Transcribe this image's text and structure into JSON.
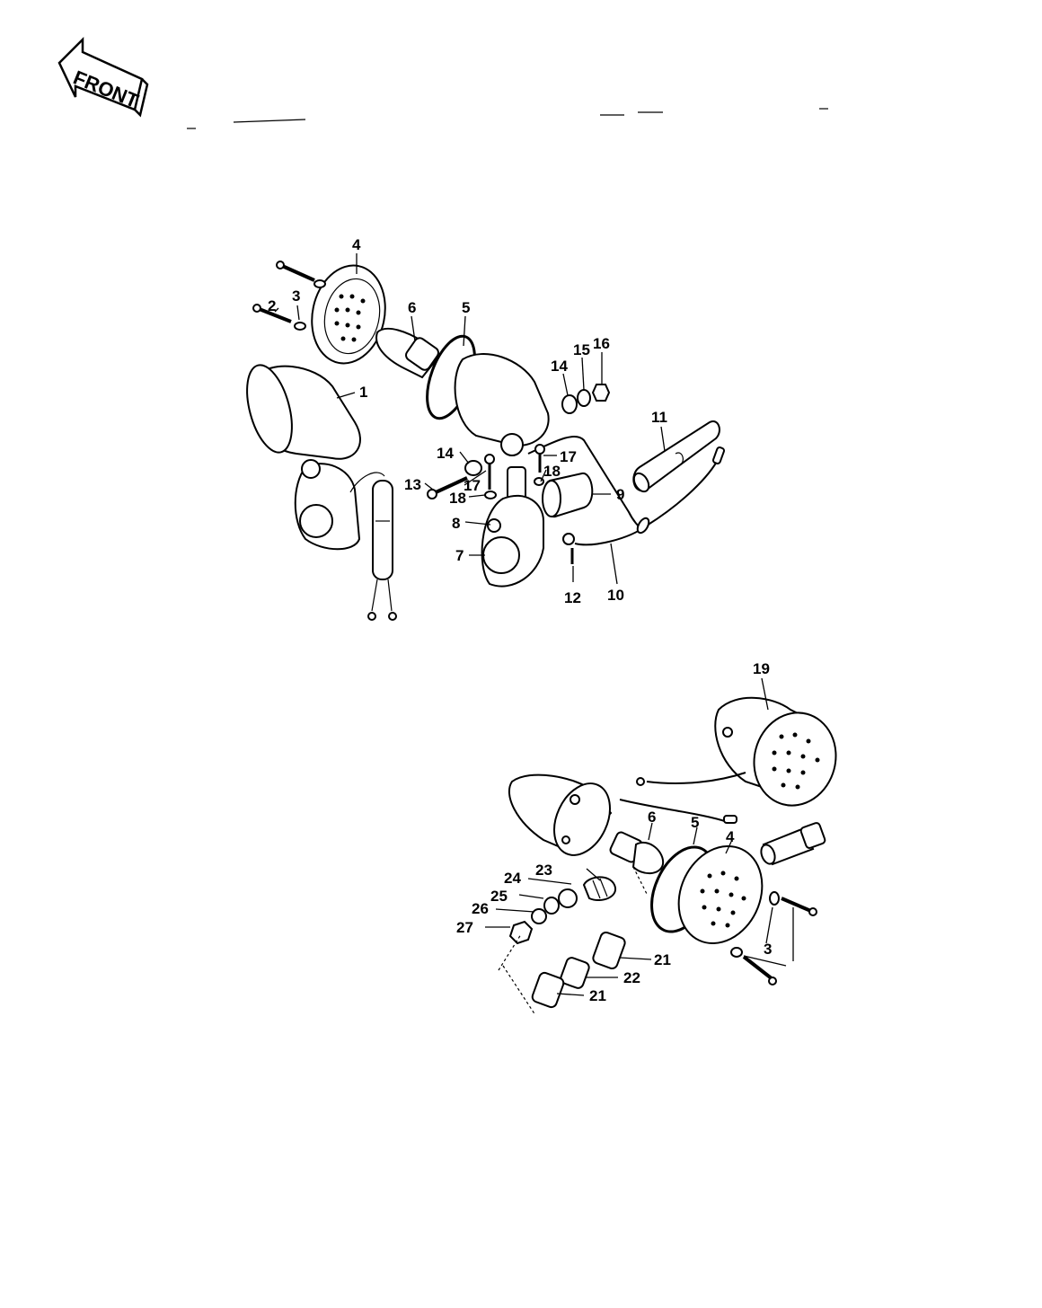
{
  "front_arrow": {
    "label": "FRONT"
  },
  "callouts": {
    "c1": "1",
    "c2": "2",
    "c3": "3",
    "c4": "4",
    "c5": "5",
    "c6": "6",
    "c7": "7",
    "c8": "8",
    "c9": "9",
    "c10": "10",
    "c11": "11",
    "c12": "12",
    "c13": "13",
    "c14a": "14",
    "c14b": "14",
    "c15": "15",
    "c16": "16",
    "c17a": "17",
    "c17b": "17",
    "c18a": "18",
    "c18b": "18",
    "c19": "19",
    "c6b": "6",
    "c5b": "5",
    "c4b": "4",
    "c3b": "3",
    "c21a": "21",
    "c21b": "21",
    "c22": "22",
    "c23": "23",
    "c24": "24",
    "c25": "25",
    "c26": "26",
    "c27": "27"
  }
}
